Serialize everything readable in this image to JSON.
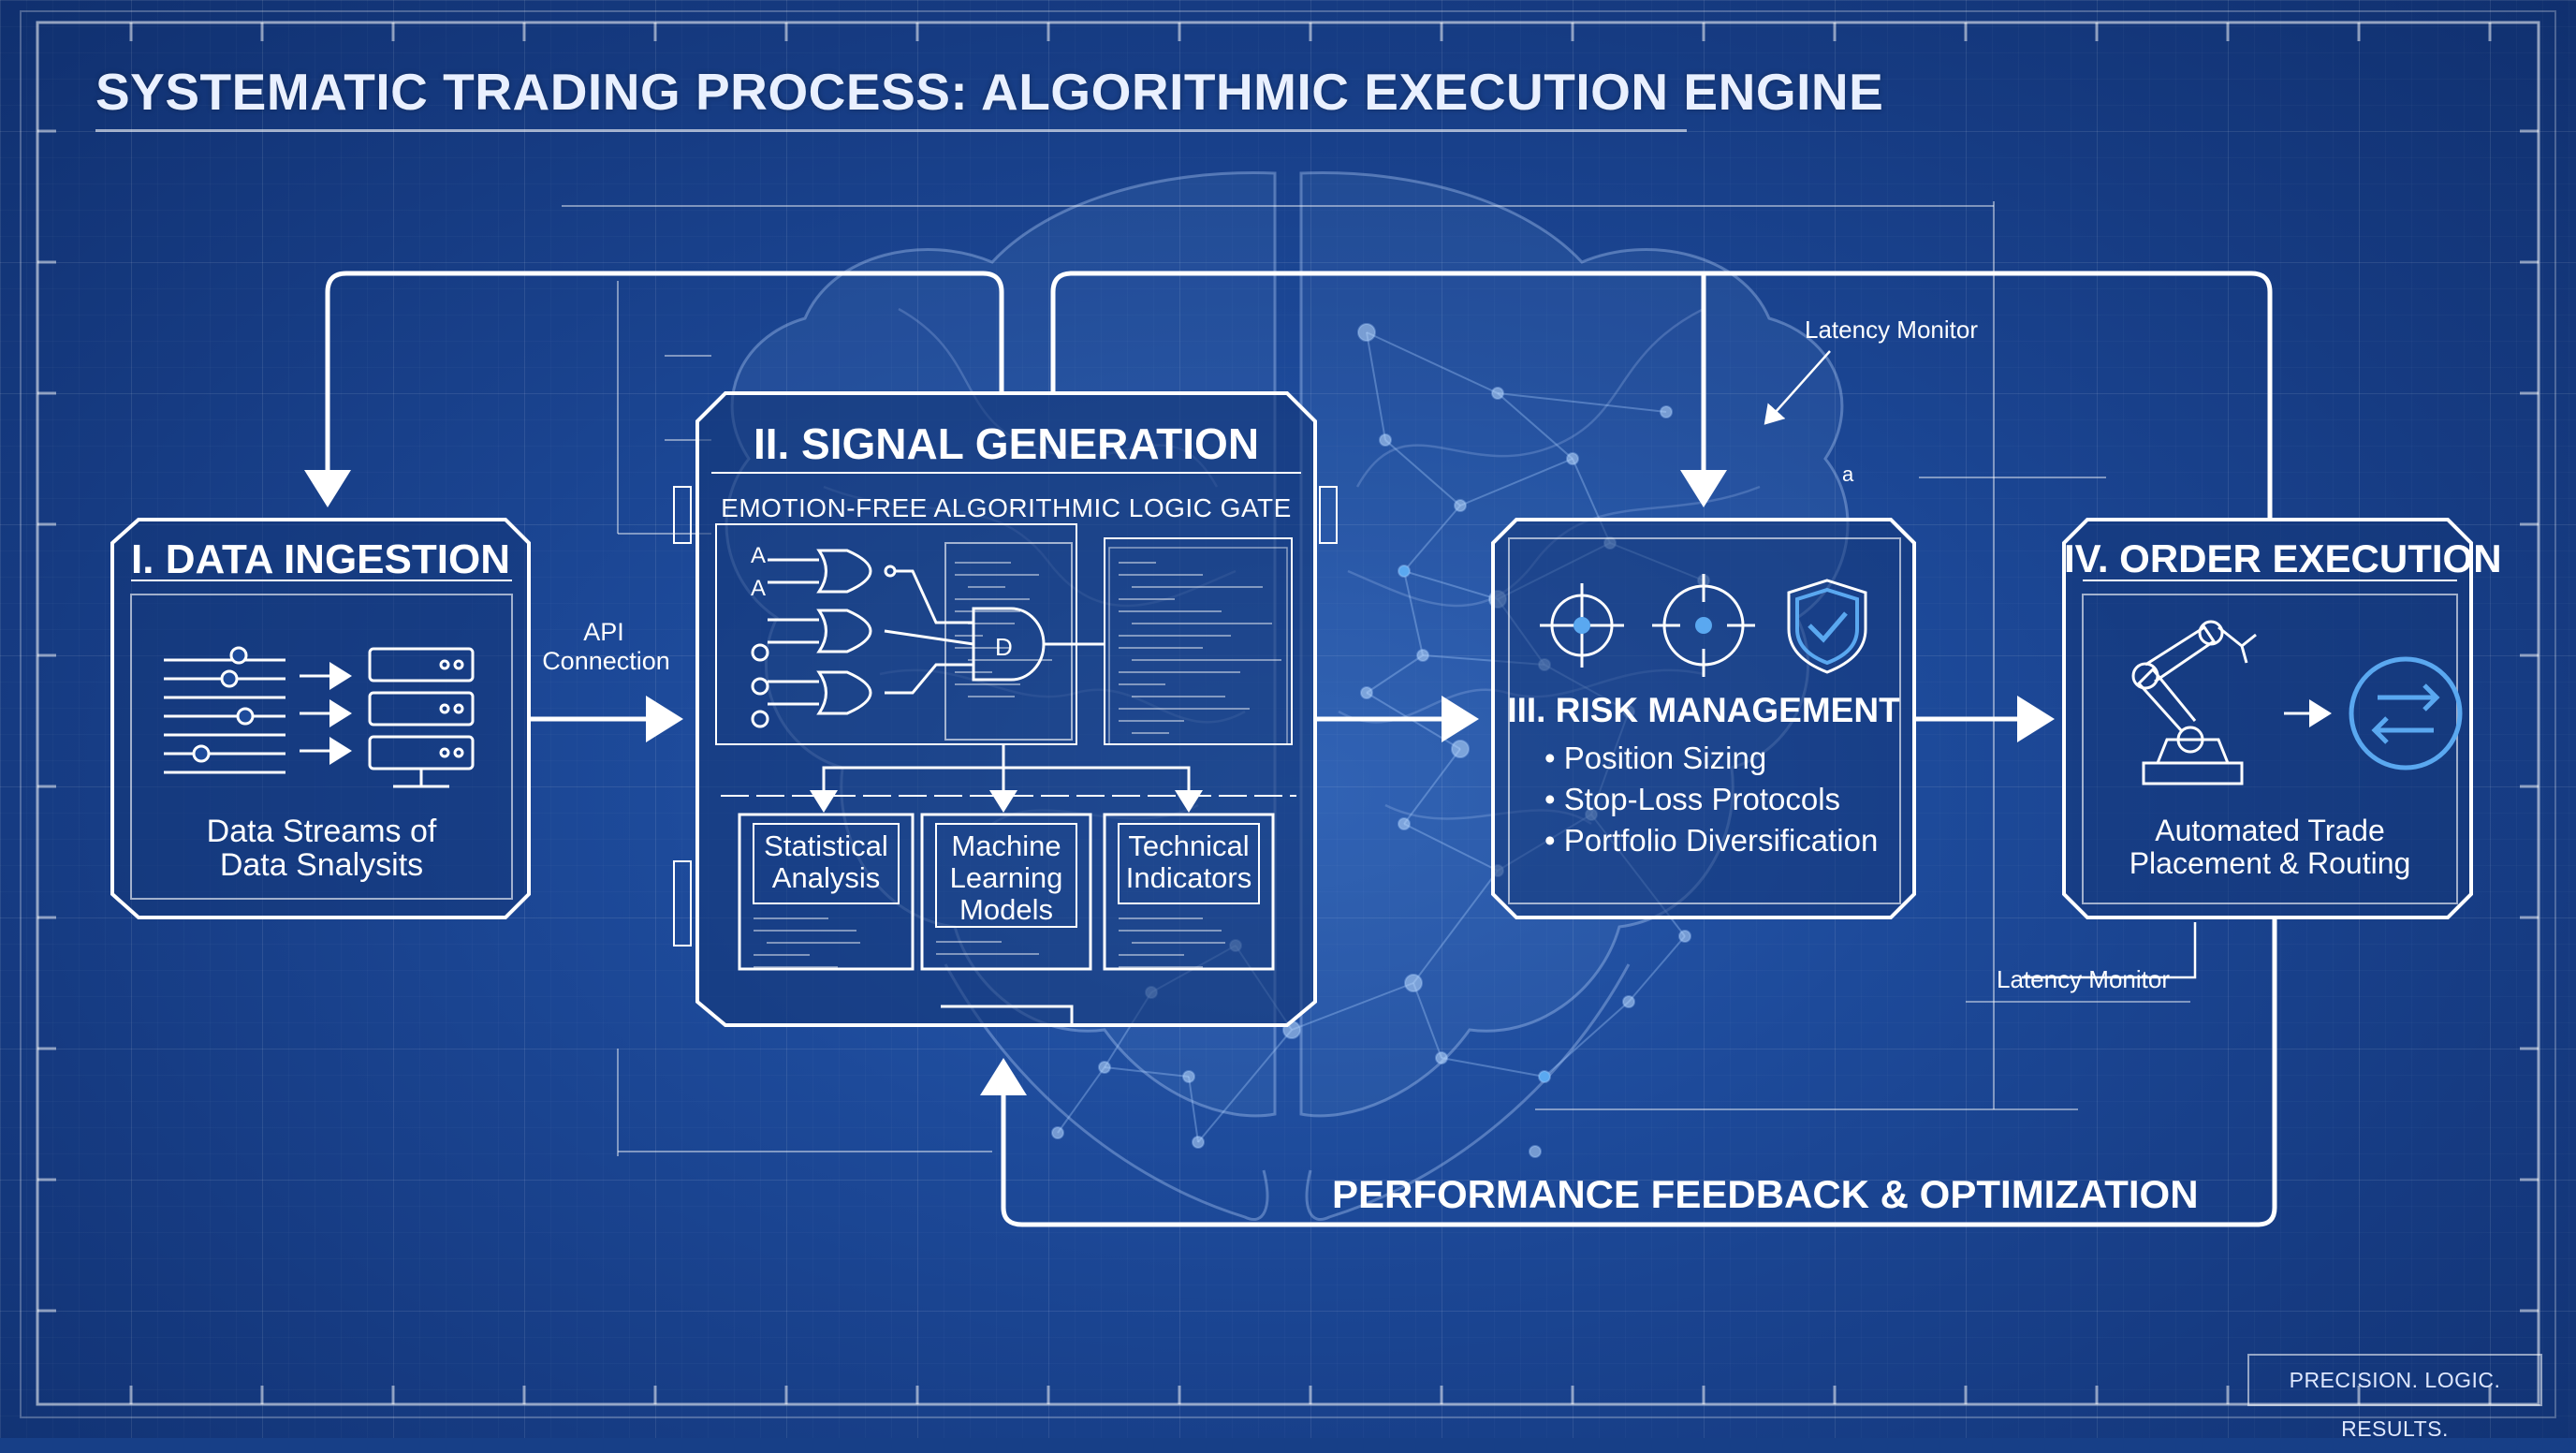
{
  "title": "SYSTEMATIC TRADING PROCESS: ALGORITHMIC EXECUTION ENGINE",
  "stages": {
    "data_ingestion": {
      "title": "I. DATA INGESTION",
      "caption_line1": "Data Streams of",
      "caption_line2": "Data Snalysits"
    },
    "signal_generation": {
      "title": "II. SIGNAL GENERATION",
      "subtitle": "EMOTION-FREE ALGORITHMIC LOGIC GATE",
      "gate_inputs": [
        "A",
        "A"
      ],
      "modules": [
        {
          "line1": "Statistical",
          "line2": "Analysis",
          "line3": ""
        },
        {
          "line1": "Machine",
          "line2": "Learning",
          "line3": "Models"
        },
        {
          "line1": "Technical",
          "line2": "Indicators",
          "line3": ""
        }
      ]
    },
    "risk_management": {
      "title": "III. RISK MANAGEMENT",
      "bullets": [
        "• Position Sizing",
        "• Stop-Loss Protocols",
        "• Portfolio Diversification"
      ]
    },
    "order_execution": {
      "title": "IV. ORDER EXECUTION",
      "caption_line1": "Automated Trade",
      "caption_line2": "Placement & Routing"
    }
  },
  "connectors": {
    "api_line1": "API",
    "api_line2": "Connection",
    "latency_top": "Latency Monitor",
    "latency_bottom": "Latency Monitor",
    "dimension_marker": "a",
    "feedback": "PERFORMANCE FEEDBACK & OPTIMIZATION"
  },
  "tagline": "PRECISION. LOGIC. RESULTS.",
  "colors": {
    "background": "#173f87",
    "line": "#ffffff",
    "accent": "#5aa8f0"
  }
}
